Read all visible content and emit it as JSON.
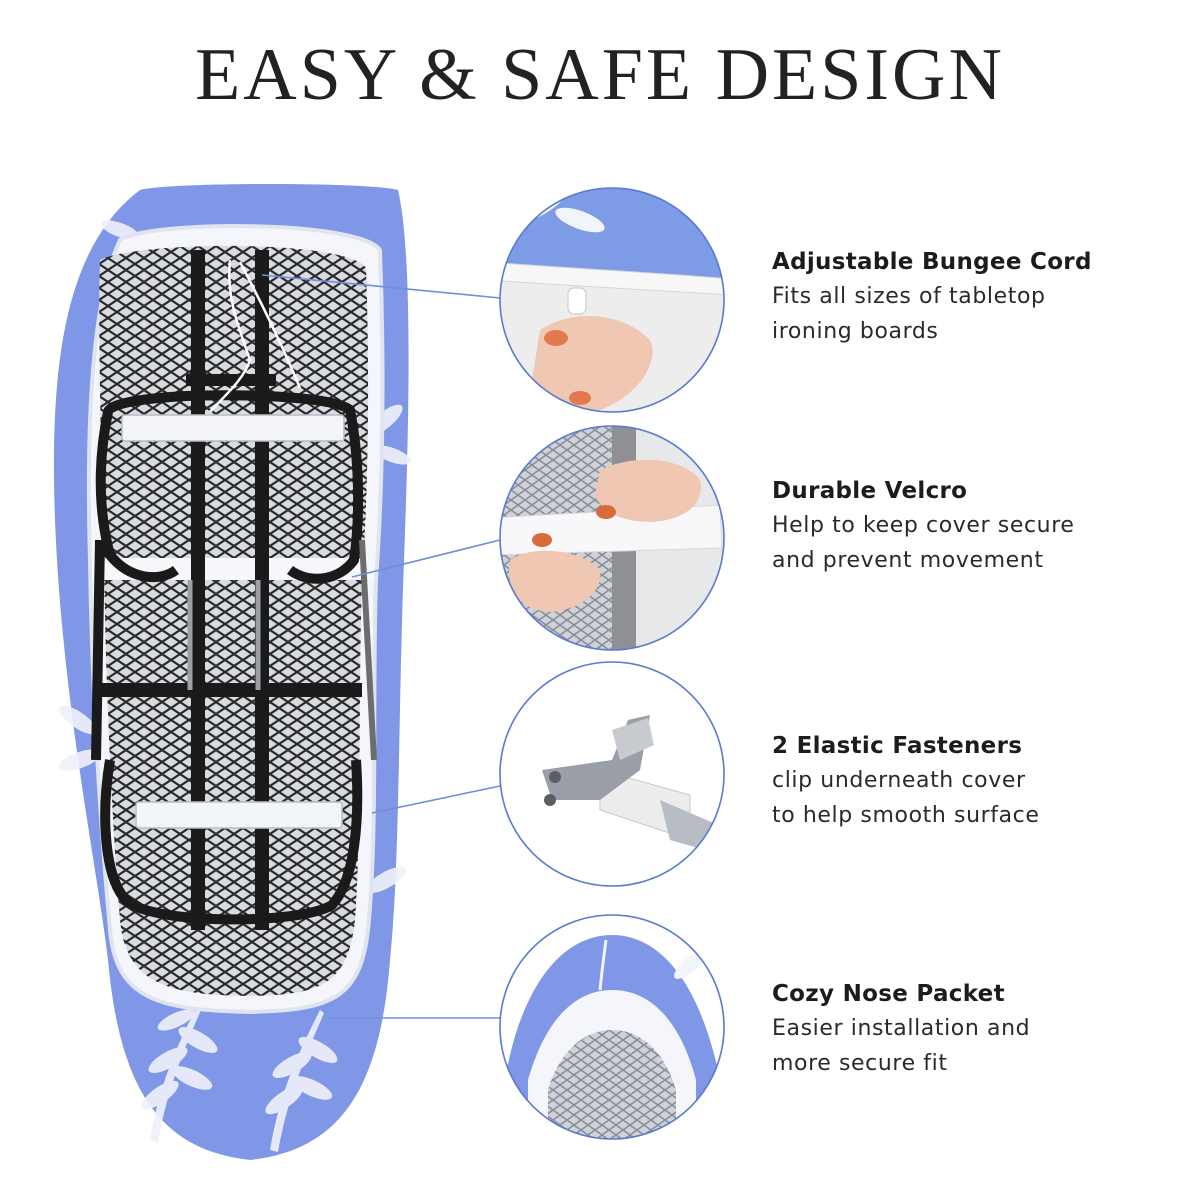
{
  "title": "EASY & SAFE DESIGN",
  "features": [
    {
      "title": "Adjustable Bungee Cord",
      "lines": [
        "Fits all sizes of tabletop",
        "ironing boards"
      ]
    },
    {
      "title": "Durable Velcro",
      "lines": [
        "Help to keep cover secure",
        "and prevent movement"
      ]
    },
    {
      "title": "2 Elastic Fasteners",
      "lines": [
        "clip underneath cover",
        "to help smooth surface"
      ]
    },
    {
      "title": "Cozy Nose Packet",
      "lines": [
        "Easier installation and",
        "more secure fit"
      ]
    }
  ],
  "colors": {
    "cover_blue": "#7f97e6",
    "frame_black": "#1a1a1a",
    "circle_border": "#5a7ad0",
    "leader_line": "#6f8fd8"
  },
  "icons": [
    "ironing-board-cover-photo",
    "bungee-cord-detail-photo",
    "velcro-strap-detail-photo",
    "elastic-fastener-clip-photo",
    "nose-pocket-detail-photo"
  ]
}
